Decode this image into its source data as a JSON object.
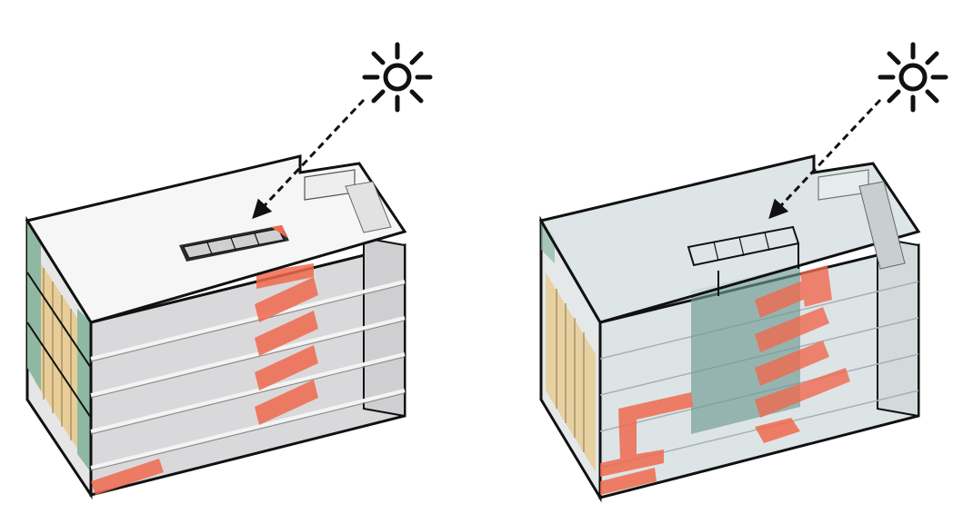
{
  "diagram": {
    "panels": [
      {
        "id": "left",
        "elements": [
          "sun-icon",
          "light-arrow",
          "building-massing",
          "roof-skylight",
          "facade-shading",
          "stair-circulation"
        ]
      },
      {
        "id": "right",
        "elements": [
          "sun-icon",
          "light-arrow",
          "building-massing",
          "roof-skylight",
          "atrium-lightwell",
          "facade-shading",
          "stair-circulation",
          "ground-floor-circulation"
        ]
      }
    ],
    "colors": {
      "outline": "#111111",
      "roof": "#f6f6f6",
      "wall": "#d9d9db",
      "glass_wall": "#dde4e6",
      "circulation": "#f06a4f",
      "facade_green": "#8fb8a3",
      "facade_tan": "#e8c88a",
      "atrium": "#6f9a93",
      "sun": "#111111"
    }
  }
}
